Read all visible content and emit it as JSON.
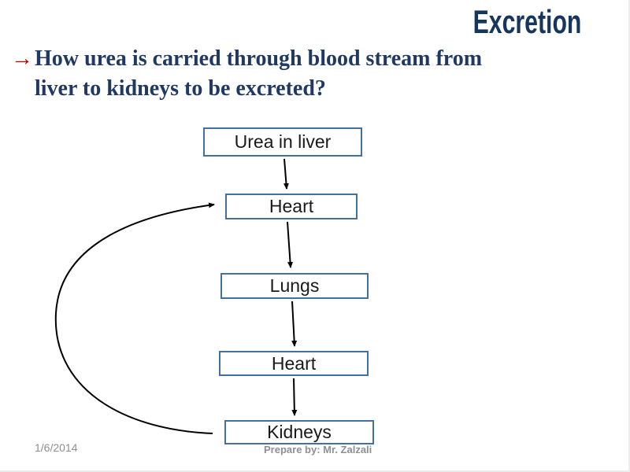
{
  "slide": {
    "title": "Excretion",
    "question": {
      "arrow": "→",
      "line1": "How urea is carried through blood stream from",
      "line2": "liver to kidneys to be excreted?"
    },
    "flow": {
      "boxes": [
        {
          "label": "Urea in liver"
        },
        {
          "label": "Heart"
        },
        {
          "label": "Lungs"
        },
        {
          "label": "Heart"
        },
        {
          "label": "Kidneys"
        }
      ]
    },
    "footer": {
      "date": "1/6/2014",
      "credit": "Prepare by:  Mr. Zalzali"
    },
    "colors": {
      "title": "#17365d",
      "question": "#1f3864",
      "question_arrow": "#c00000",
      "box_border": "#41719c",
      "flow_arrow": "#000000",
      "footer": "#8f8f8f"
    }
  }
}
